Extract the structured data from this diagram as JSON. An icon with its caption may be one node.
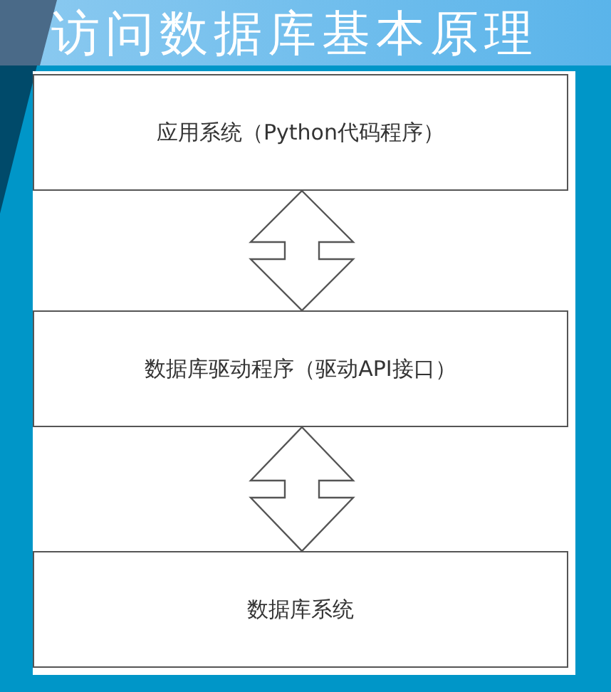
{
  "diagram": {
    "title": "访问数据库基本原理",
    "nodes": [
      {
        "text": [
          "应用系统（Python代码程序）"
        ]
      },
      {
        "text": [
          "数据库驱动程序（驱动API接口）"
        ]
      },
      {
        "text": [
          "数据库系统"
        ]
      }
    ],
    "edges": [
      {
        "from": 0,
        "to": 1,
        "arrow": "both"
      },
      {
        "from": 1,
        "to": 2,
        "arrow": "both"
      }
    ]
  }
}
